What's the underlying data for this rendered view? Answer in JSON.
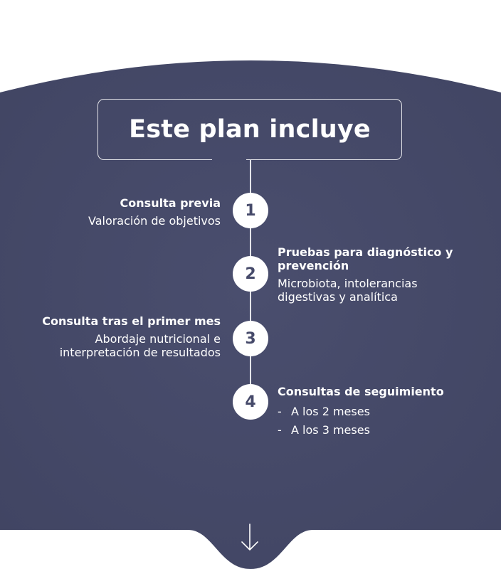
{
  "title": "Este plan incluye",
  "colors": {
    "panel": "#464a6a",
    "text": "#ffffff",
    "background": "#ffffff"
  },
  "steps": [
    {
      "number": "1",
      "title": "Consulta previa",
      "description": "Valoración de objetivos"
    },
    {
      "number": "2",
      "title_line1": "Pruebas para diagnóstico y",
      "title_line2": "prevención",
      "description_line1": "Microbiota, intolerancias",
      "description_line2": "digestivas y analítica"
    },
    {
      "number": "3",
      "title": "Consulta tras el primer mes",
      "description_line1": "Abordaje nutricional e",
      "description_line2": "interpretación de resultados"
    },
    {
      "number": "4",
      "title": "Consultas de seguimiento",
      "bullets": [
        "A los 2 meses",
        "A los 3 meses"
      ]
    }
  ],
  "icons": {
    "scroll": "arrow-down-icon"
  }
}
